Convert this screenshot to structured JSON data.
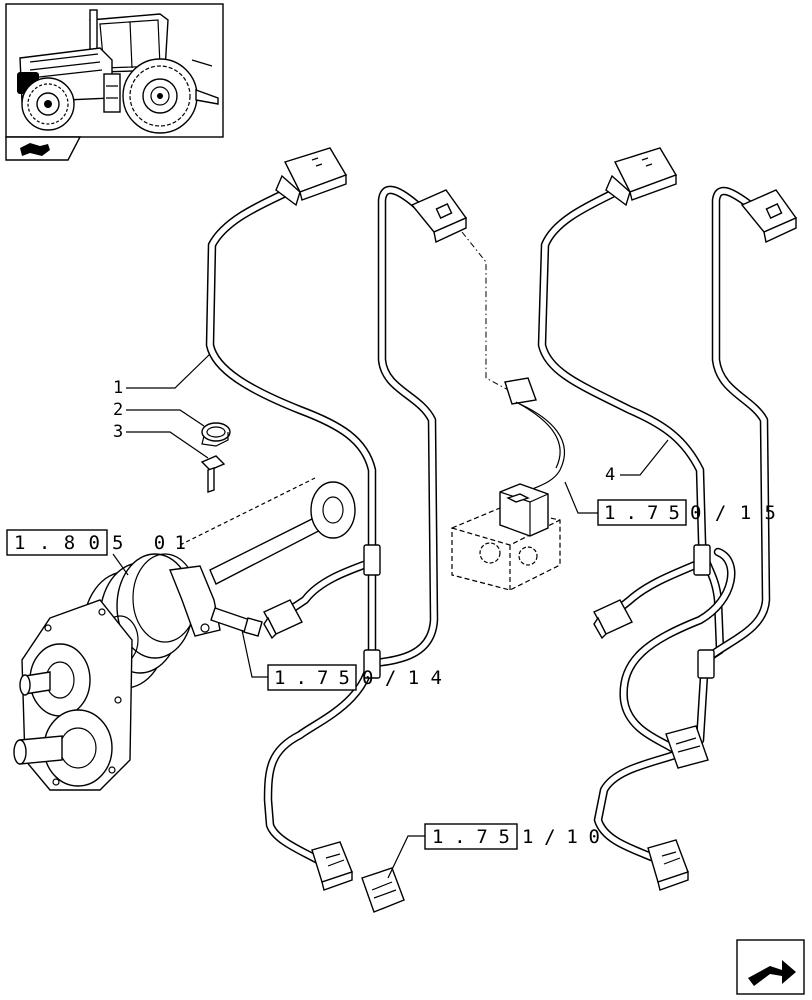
{
  "callouts": [
    {
      "number": "1"
    },
    {
      "number": "2"
    },
    {
      "number": "3"
    },
    {
      "number": "4"
    }
  ],
  "references": [
    {
      "boxed": "1.80",
      "rest": "5 01"
    },
    {
      "boxed": "1.75",
      "rest": "0/15"
    },
    {
      "boxed": "1.75",
      "rest": "0/14"
    },
    {
      "boxed": "1.75",
      "rest": "1/10"
    }
  ]
}
